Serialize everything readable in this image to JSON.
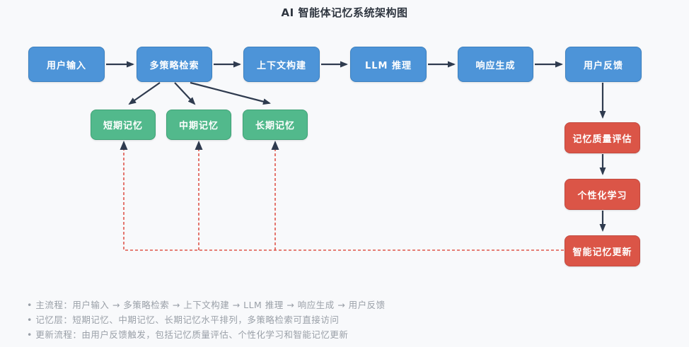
{
  "title": "AI 智能体记忆系统架构图",
  "diagram": {
    "main_flow": [
      {
        "id": "user-input",
        "label": "用户输入"
      },
      {
        "id": "multi-strategy-retrieval",
        "label": "多策略检索"
      },
      {
        "id": "context-building",
        "label": "上下文构建"
      },
      {
        "id": "llm-inference",
        "label": "LLM 推理"
      },
      {
        "id": "response-generation",
        "label": "响应生成"
      },
      {
        "id": "user-feedback",
        "label": "用户反馈"
      }
    ],
    "memory_layers": [
      {
        "id": "short-term-memory",
        "label": "短期记忆"
      },
      {
        "id": "mid-term-memory",
        "label": "中期记忆"
      },
      {
        "id": "long-term-memory",
        "label": "长期记忆"
      }
    ],
    "update_flow": [
      {
        "id": "memory-quality-evaluation",
        "label": "记忆质量评估"
      },
      {
        "id": "personalized-learning",
        "label": "个性化学习"
      },
      {
        "id": "intelligent-memory-update",
        "label": "智能记忆更新"
      }
    ],
    "colors": {
      "process": "#4D94D8",
      "memory": "#52B98C",
      "update": "#DB5547",
      "arrow": "#2F3B4F",
      "feedback_dashed": "#E0564B",
      "bg": "#F8F9FB",
      "title": "#2F3640",
      "note": "#9AA0A8"
    }
  },
  "notes": [
    "• 主流程：用户输入 → 多策略检索 → 上下文构建 → LLM 推理 → 响应生成 → 用户反馈",
    "• 记忆层：短期记忆、中期记忆、长期记忆水平排列，多策略检索可直接访问",
    "• 更新流程：由用户反馈触发，包括记忆质量评估、个性化学习和智能记忆更新"
  ]
}
